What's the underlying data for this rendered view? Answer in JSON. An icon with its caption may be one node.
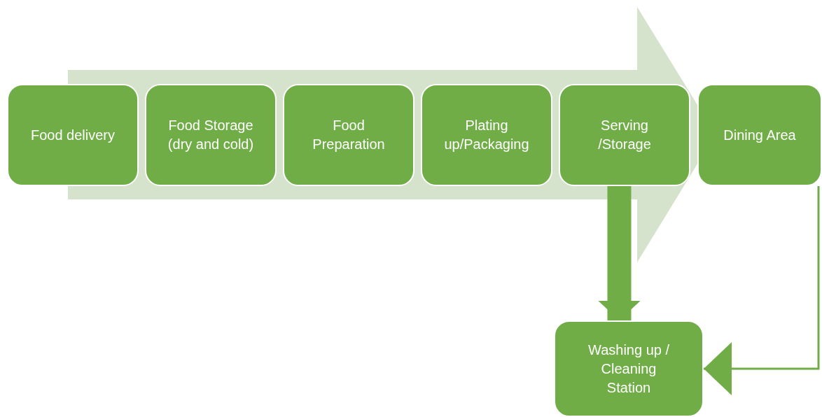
{
  "diagram": {
    "nodes": [
      {
        "text": [
          "Food delivery"
        ]
      },
      {
        "text": [
          "Food Storage (dry and cold)"
        ]
      },
      {
        "text": [
          "Food Preparation"
        ]
      },
      {
        "text": [
          "Plating up/Packaging"
        ]
      },
      {
        "text": [
          "Serving /Storage"
        ]
      },
      {
        "text": [
          "Dining Area"
        ]
      },
      {
        "text": [
          "Washing up / Cleaning Station"
        ]
      }
    ],
    "edges": [
      {
        "from": 4,
        "to": 6,
        "arrow": "to",
        "style": "thick"
      },
      {
        "from": 5,
        "to": 6,
        "arrow": "to"
      }
    ]
  }
}
